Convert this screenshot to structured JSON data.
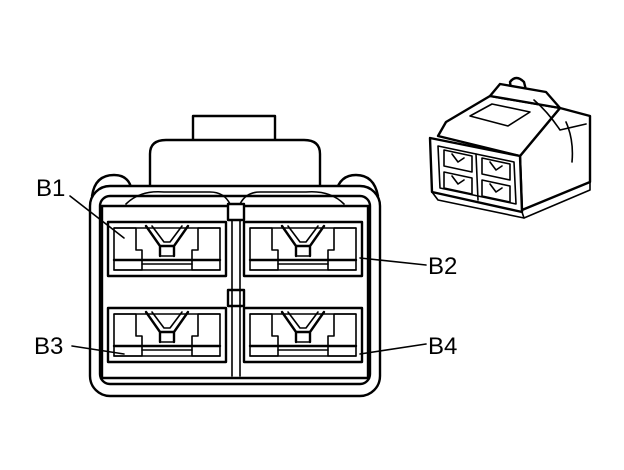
{
  "diagram": {
    "labels": {
      "b1": "B1",
      "b2": "B2",
      "b3": "B3",
      "b4": "B4"
    }
  }
}
